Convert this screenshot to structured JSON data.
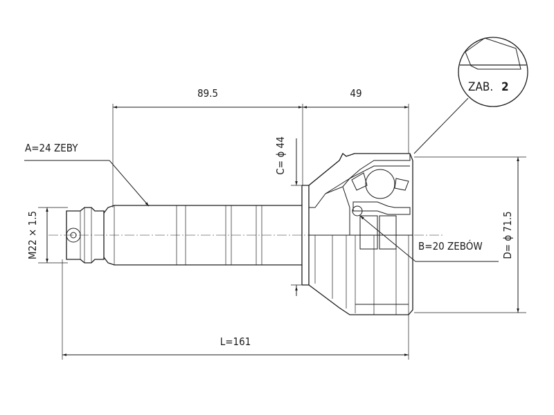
{
  "labels": {
    "dim_shaft_length": "89.5",
    "dim_housing_length": "49",
    "outer_teeth": "A=24 ZEBY",
    "thread": "M22 × 1.5",
    "seal_diameter": "C= ϕ 44",
    "inner_teeth": "B=20 ZEBÓW",
    "outer_diameter": "D= ϕ 71.5",
    "total_length": "L=161",
    "detail_label": "ZAB.",
    "detail_number": "2"
  },
  "colors": {
    "ink": "#1a1a1a",
    "background": "#ffffff"
  }
}
